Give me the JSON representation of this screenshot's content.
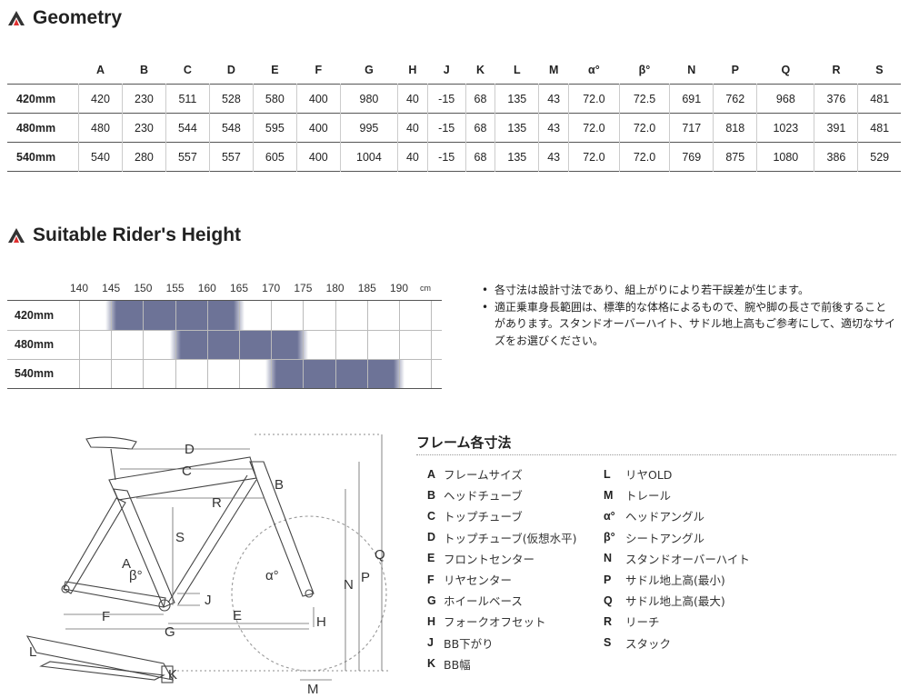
{
  "geometry": {
    "title": "Geometry",
    "columns": [
      "A",
      "B",
      "C",
      "D",
      "E",
      "F",
      "G",
      "H",
      "J",
      "K",
      "L",
      "M",
      "α°",
      "β°",
      "N",
      "P",
      "Q",
      "R",
      "S"
    ],
    "rows": [
      {
        "size": "420mm",
        "values": [
          "420",
          "230",
          "511",
          "528",
          "580",
          "400",
          "980",
          "40",
          "-15",
          "68",
          "135",
          "43",
          "72.0",
          "72.5",
          "691",
          "762",
          "968",
          "376",
          "481"
        ]
      },
      {
        "size": "480mm",
        "values": [
          "480",
          "230",
          "544",
          "548",
          "595",
          "400",
          "995",
          "40",
          "-15",
          "68",
          "135",
          "43",
          "72.0",
          "72.0",
          "717",
          "818",
          "1023",
          "391",
          "481"
        ]
      },
      {
        "size": "540mm",
        "values": [
          "540",
          "280",
          "557",
          "557",
          "605",
          "400",
          "1004",
          "40",
          "-15",
          "68",
          "135",
          "43",
          "72.0",
          "72.0",
          "769",
          "875",
          "1080",
          "386",
          "529"
        ]
      }
    ]
  },
  "height": {
    "title": "Suitable Rider's Height",
    "scale": [
      "140",
      "145",
      "150",
      "155",
      "160",
      "165",
      "170",
      "175",
      "180",
      "185",
      "190"
    ],
    "unit": "cm",
    "rows": [
      {
        "size": "420mm",
        "from": 145,
        "to": 165
      },
      {
        "size": "480mm",
        "from": 155,
        "to": 175
      },
      {
        "size": "540mm",
        "from": 170,
        "to": 190
      }
    ]
  },
  "notes": [
    "各寸法は設計寸法であり、組上がりにより若干誤差が生じます。",
    "適正乗車身長範囲は、標準的な体格によるもので、腕や脚の長さで前後することがあります。スタンドオーバーハイト、サドル地上高もご参考にして、適切なサイズをお選びください。"
  ],
  "note_bullet": "•",
  "frame": {
    "title": "フレーム各寸法",
    "left": [
      {
        "k": "A",
        "v": "フレームサイズ"
      },
      {
        "k": "B",
        "v": "ヘッドチューブ"
      },
      {
        "k": "C",
        "v": "トップチューブ"
      },
      {
        "k": "D",
        "v": "トップチューブ(仮想水平)"
      },
      {
        "k": "E",
        "v": "フロントセンター"
      },
      {
        "k": "F",
        "v": "リヤセンター"
      },
      {
        "k": "G",
        "v": "ホイールベース"
      },
      {
        "k": "H",
        "v": "フォークオフセット"
      },
      {
        "k": "J",
        "v": "BB下がり"
      },
      {
        "k": "K",
        "v": "BB幅"
      }
    ],
    "right": [
      {
        "k": "L",
        "v": "リヤOLD"
      },
      {
        "k": "M",
        "v": "トレール"
      },
      {
        "k": "α°",
        "v": "ヘッドアングル"
      },
      {
        "k": "β°",
        "v": "シートアングル"
      },
      {
        "k": "N",
        "v": "スタンドオーバーハイト"
      },
      {
        "k": "P",
        "v": "サドル地上高(最小)"
      },
      {
        "k": "Q",
        "v": "サドル地上高(最大)"
      },
      {
        "k": "R",
        "v": "リーチ"
      },
      {
        "k": "S",
        "v": "スタック"
      }
    ]
  },
  "diagram_labels": {
    "A": "A",
    "B": "B",
    "C": "C",
    "D": "D",
    "E": "E",
    "F": "F",
    "G": "G",
    "H": "H",
    "J": "J",
    "K": "K",
    "L": "L",
    "M": "M",
    "N": "N",
    "P": "P",
    "Q": "Q",
    "R": "R",
    "S": "S",
    "alpha": "α°",
    "beta": "β°"
  },
  "colors": {
    "bar": "#6d7397",
    "logo_red": "#e03030",
    "logo_dark": "#333333"
  }
}
